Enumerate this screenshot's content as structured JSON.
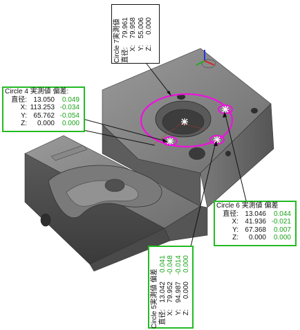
{
  "colors": {
    "accent_green": "#22bb22",
    "deviation_green": "#1aa31a",
    "circle_magenta": "#ee11dd",
    "model_gray": "#6b6b6b"
  },
  "callouts": {
    "circle7": {
      "title": "Circle 7",
      "col_measured": "実測値",
      "rows": [
        {
          "label": "直径:",
          "value": "79.961"
        },
        {
          "label": "X:",
          "value": "79.958"
        },
        {
          "label": "Y:",
          "value": "55.006"
        },
        {
          "label": "Z:",
          "value": "0.000"
        }
      ]
    },
    "circle4": {
      "title": "Circle 4",
      "col_measured": "実測値",
      "col_deviation": "偏差:",
      "rows": [
        {
          "label": "直径:",
          "value": "13.050",
          "dev": "0.049"
        },
        {
          "label": "X:",
          "value": "113.253",
          "dev": "-0.034"
        },
        {
          "label": "Y:",
          "value": "65.762",
          "dev": "-0.054"
        },
        {
          "label": "Z:",
          "value": "0.000",
          "dev": "0.000"
        }
      ]
    },
    "circle6": {
      "title": "Circle 6",
      "col_measured": "実測値",
      "col_deviation": "偏差",
      "rows": [
        {
          "label": "直径:",
          "value": "13.046",
          "dev": "0.044"
        },
        {
          "label": "X:",
          "value": "41.936",
          "dev": "-0.021"
        },
        {
          "label": "Y:",
          "value": "67.368",
          "dev": "0.007"
        },
        {
          "label": "Z:",
          "value": "0.000",
          "dev": "0.000"
        }
      ]
    },
    "circle5": {
      "title": "Circle 5",
      "col_measured": "実測値",
      "col_deviation": "偏差",
      "rows": [
        {
          "label": "直径:",
          "value": "13.042",
          "dev": "0.041"
        },
        {
          "label": "X:",
          "value": "79.952",
          "dev": "-0.048"
        },
        {
          "label": "Y:",
          "value": "94.987",
          "dev": "-0.014"
        },
        {
          "label": "Z:",
          "value": "0.000",
          "dev": "0.000"
        }
      ]
    }
  }
}
